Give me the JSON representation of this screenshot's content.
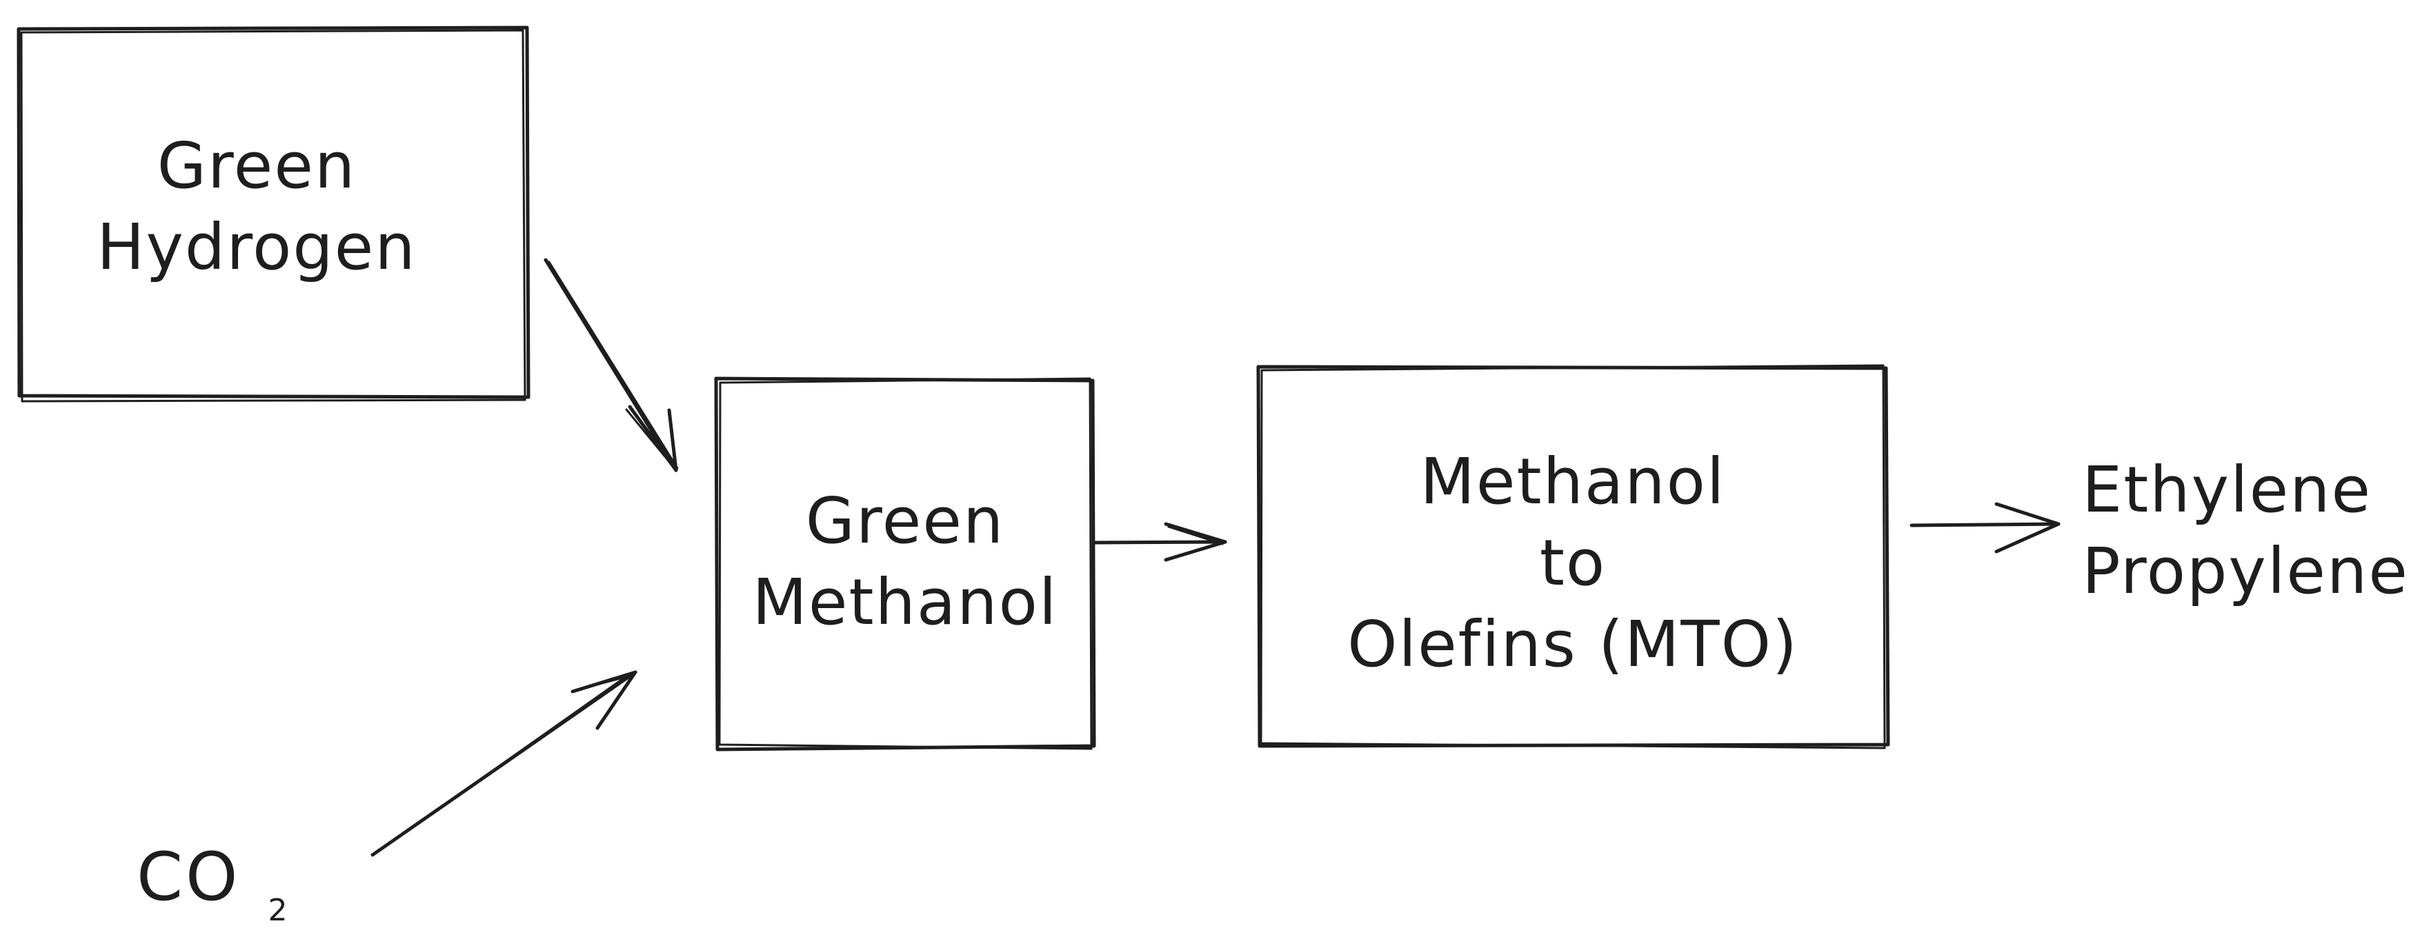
{
  "diagram": {
    "type": "process-flow",
    "style": "hand-drawn sketch",
    "stroke_color": "#1e1e1e",
    "background_color": "#ffffff",
    "nodes": [
      {
        "id": "green-hydrogen",
        "shape": "rectangle",
        "lines": [
          "Green",
          "Hydrogen"
        ]
      },
      {
        "id": "co2",
        "shape": "text",
        "text": "CO",
        "subscript": "2"
      },
      {
        "id": "green-methanol",
        "shape": "rectangle",
        "lines": [
          "Green",
          "Methanol"
        ]
      },
      {
        "id": "mto",
        "shape": "rectangle",
        "lines": [
          "Methanol",
          "to",
          "Olefins (MTO)"
        ]
      },
      {
        "id": "products",
        "shape": "text",
        "lines": [
          "Ethylene",
          "Propylene"
        ]
      }
    ],
    "edges": [
      {
        "from": "green-hydrogen",
        "to": "green-methanol"
      },
      {
        "from": "co2",
        "to": "green-methanol"
      },
      {
        "from": "green-methanol",
        "to": "mto"
      },
      {
        "from": "mto",
        "to": "products"
      }
    ]
  }
}
